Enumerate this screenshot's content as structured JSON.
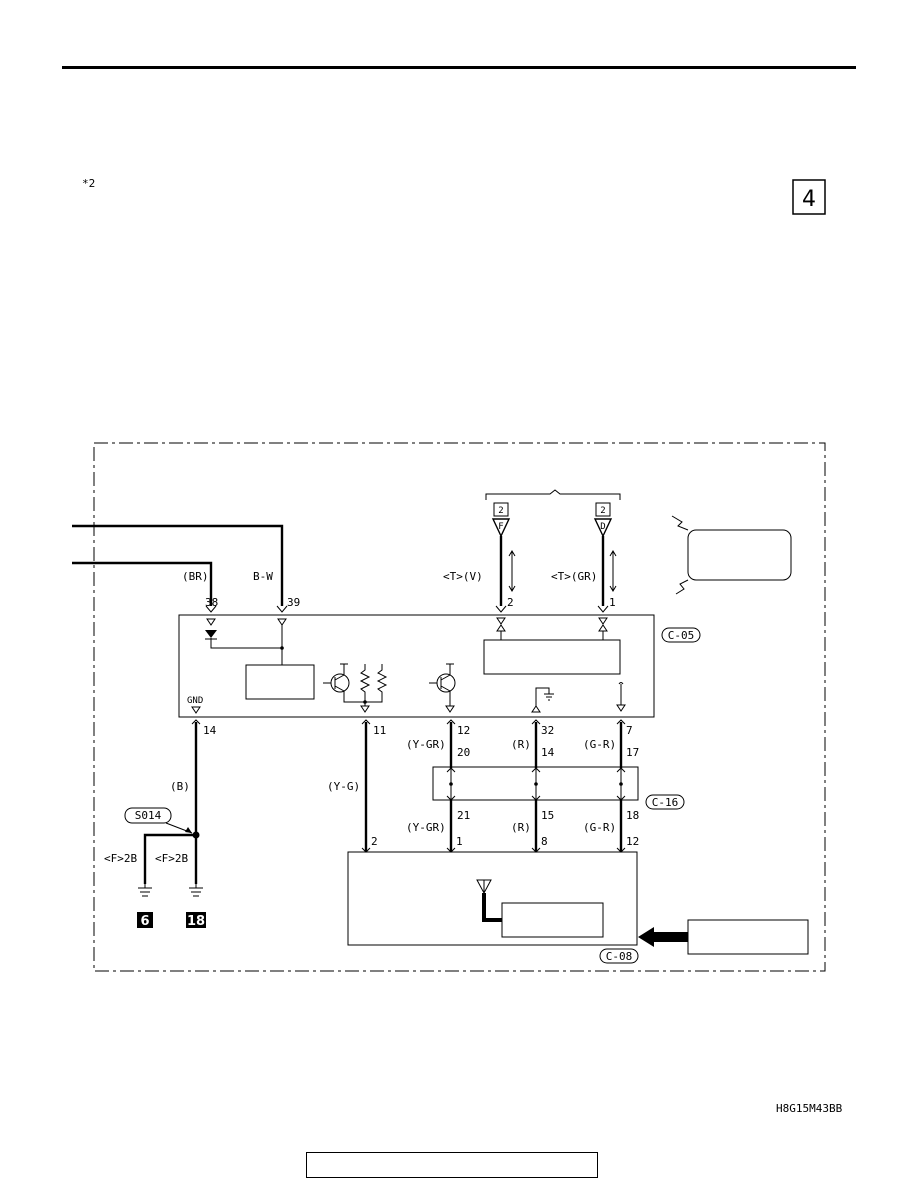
{
  "header": {
    "note_mark": "*2",
    "page_badge": "4"
  },
  "connectors": {
    "c05": "C-05",
    "c16": "C-16",
    "c08": "C-08"
  },
  "top_terminals": {
    "left": {
      "badge": "2",
      "letter": "F",
      "code": "<T>(V)",
      "pin": "2"
    },
    "right": {
      "badge": "2",
      "letter": "D",
      "code": "<T>(GR)",
      "pin": "1"
    }
  },
  "c05_top": {
    "wire_br": "(BR)",
    "wire_bw": "B-W",
    "pin_38": "38",
    "pin_39": "39"
  },
  "c05_bottom": {
    "gnd_label": "GND",
    "pin_14": "14",
    "pin_11": "11",
    "pin_12": "12",
    "pin_32": "32",
    "pin_7": "7"
  },
  "left_ground": {
    "wire_b": "(B)",
    "splice": "S014",
    "code_left": "<F>2B",
    "code_right": "<F>2B",
    "ground_left": "6",
    "ground_right": "18"
  },
  "middle_wires": {
    "wire_yg": "(Y-G)",
    "wire_ygr_top": "(Y-GR)",
    "wire_r_top": "(R)",
    "wire_gr_top": "(G-R)",
    "c16_pin_20": "20",
    "c16_pin_14": "14",
    "c16_pin_17": "17",
    "c16_pin_21": "21",
    "c16_pin_15": "15",
    "c16_pin_18": "18",
    "wire_ygr_bottom": "(Y-GR)",
    "wire_r_bottom": "(R)",
    "wire_gr_bottom": "(G-R)"
  },
  "c08_pins": {
    "pin_2": "2",
    "pin_1": "1",
    "pin_8": "8",
    "pin_12": "12"
  },
  "footer": {
    "image_code": "H8G15M43BB"
  }
}
